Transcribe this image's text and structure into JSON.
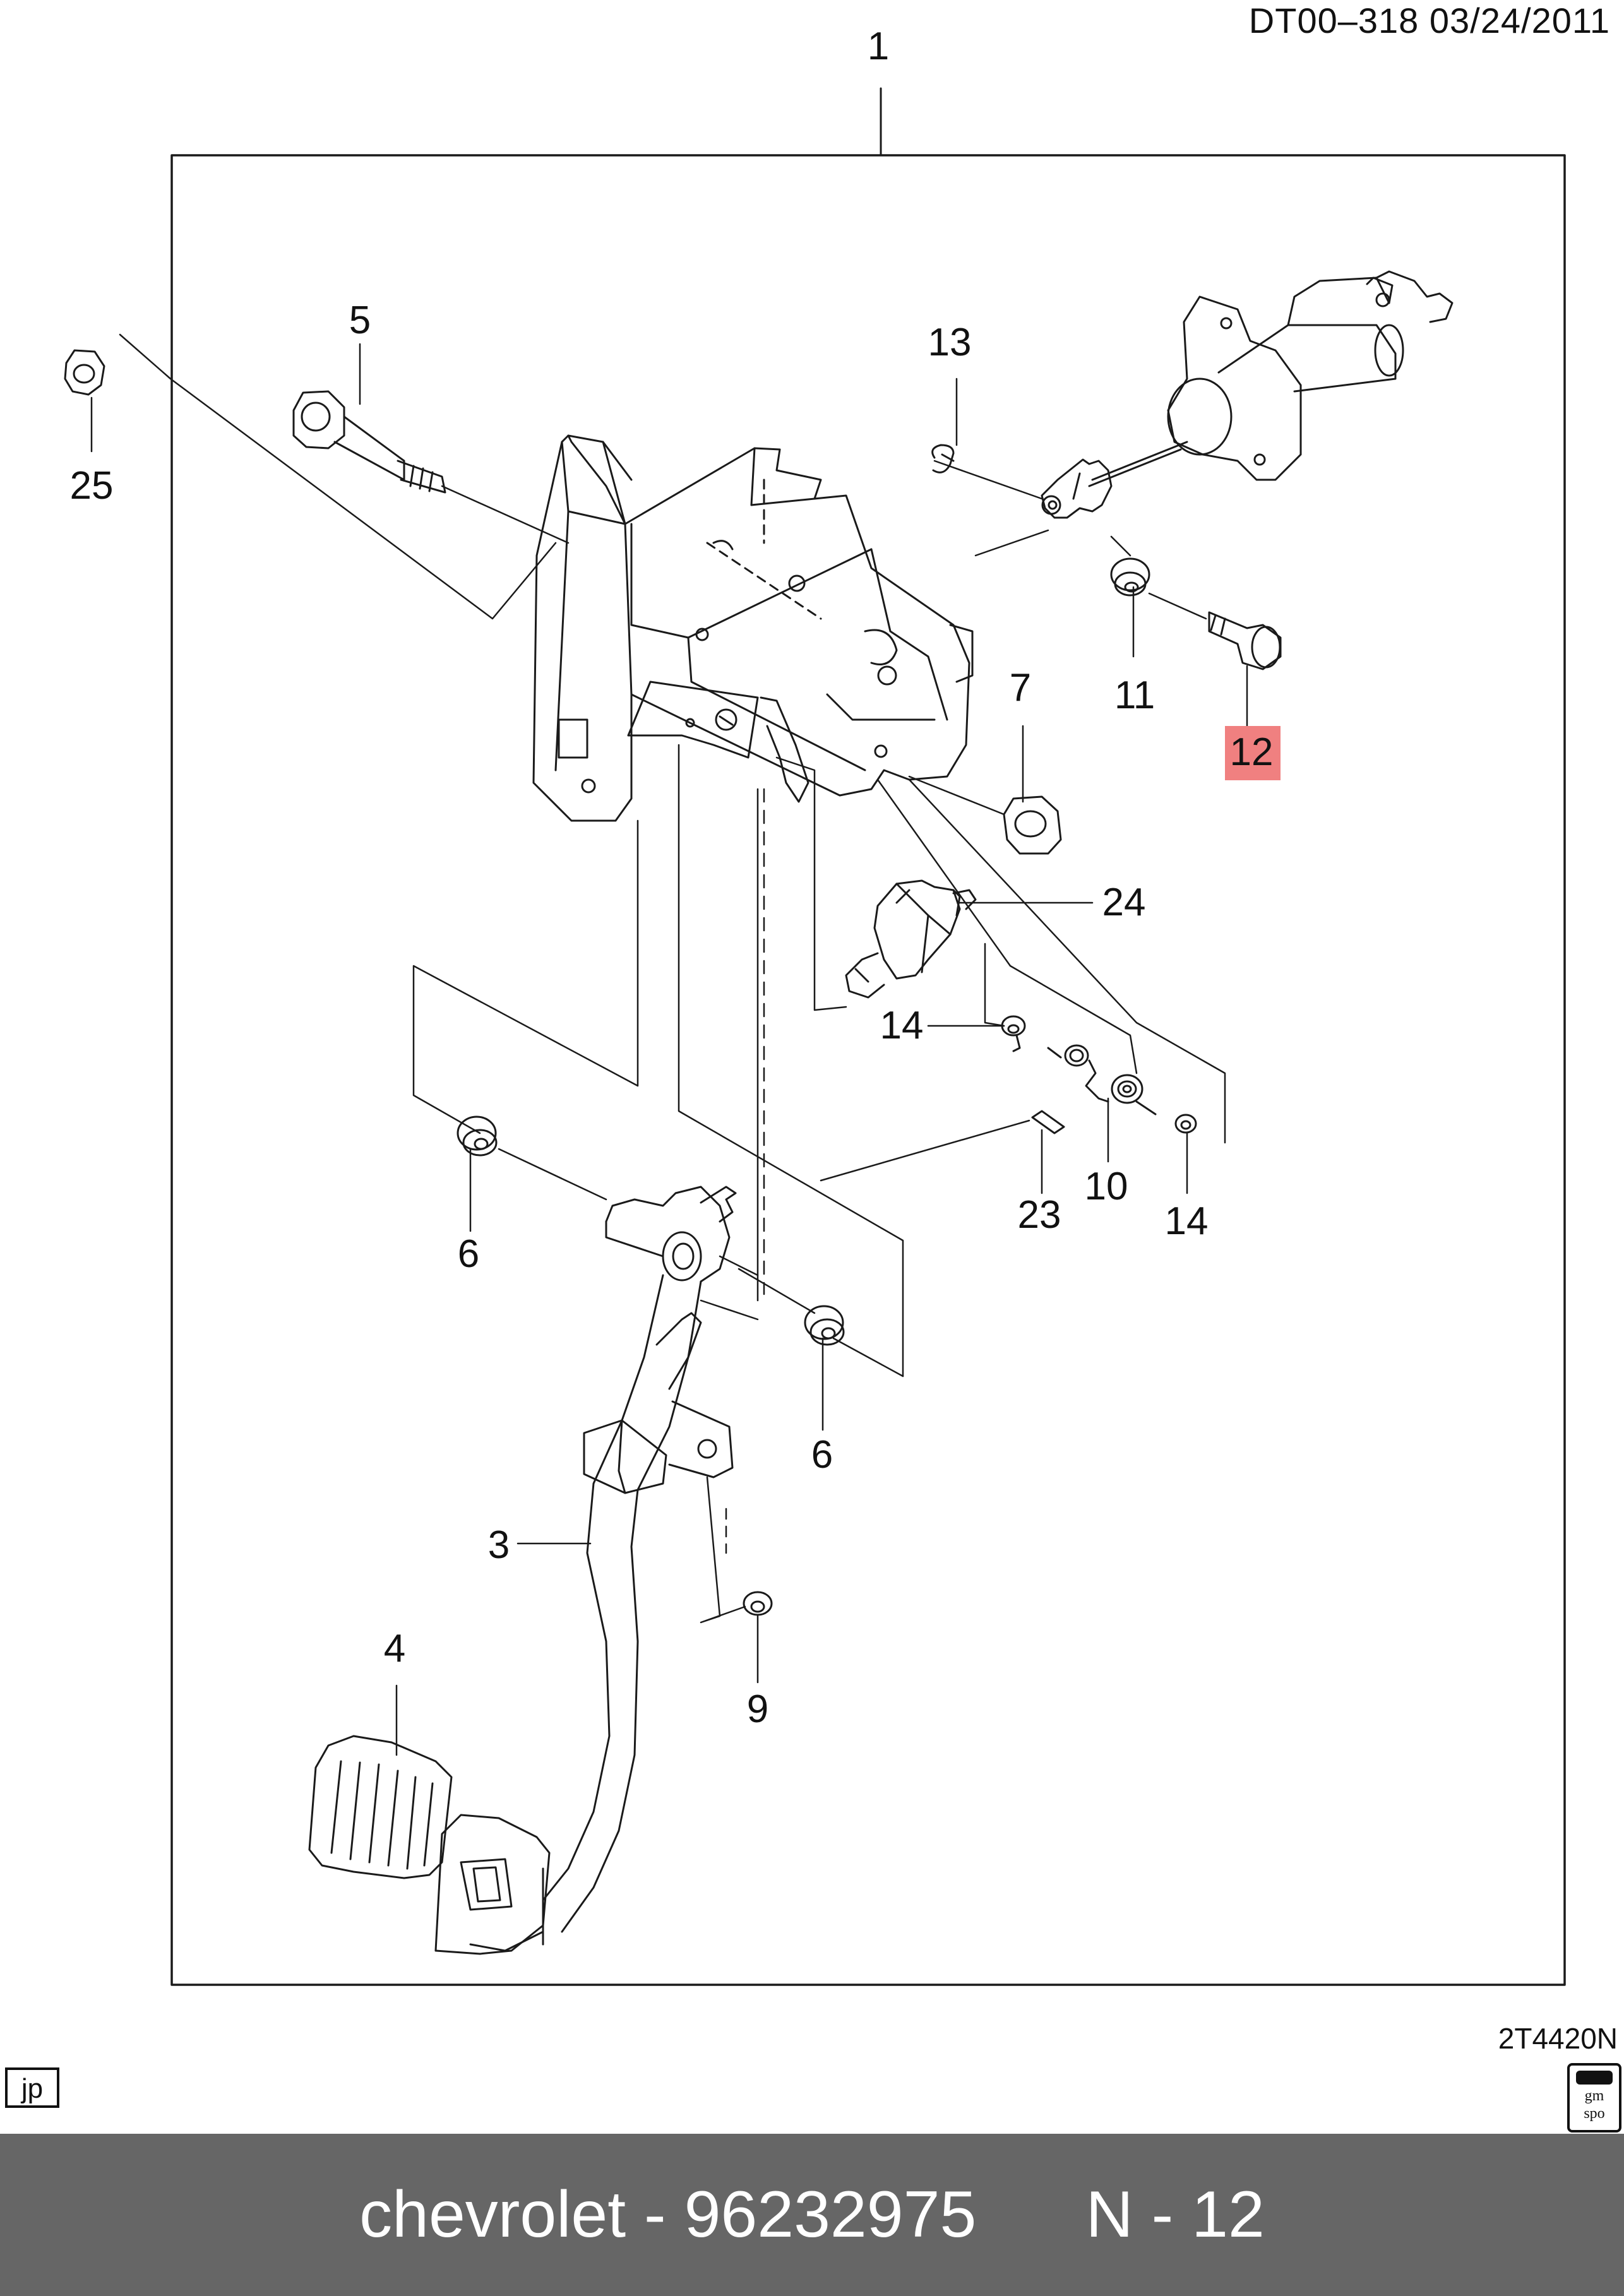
{
  "header": {
    "code": "DT00–318  03/24/2011"
  },
  "reference": {
    "code": "2T4420N"
  },
  "badges": {
    "left": "jp",
    "right_top": "gm",
    "right_bottom": "spo"
  },
  "highlight_color": "#f08080",
  "callouts": [
    {
      "id": "c1",
      "label": "1"
    },
    {
      "id": "c3",
      "label": "3"
    },
    {
      "id": "c4",
      "label": "4"
    },
    {
      "id": "c5",
      "label": "5"
    },
    {
      "id": "c6a",
      "label": "6"
    },
    {
      "id": "c6b",
      "label": "6"
    },
    {
      "id": "c7",
      "label": "7"
    },
    {
      "id": "c9",
      "label": "9"
    },
    {
      "id": "c10",
      "label": "10"
    },
    {
      "id": "c11",
      "label": "11"
    },
    {
      "id": "c12",
      "label": "12",
      "highlighted": true
    },
    {
      "id": "c13",
      "label": "13"
    },
    {
      "id": "c14a",
      "label": "14"
    },
    {
      "id": "c14b",
      "label": "14"
    },
    {
      "id": "c23",
      "label": "23"
    },
    {
      "id": "c24",
      "label": "24"
    },
    {
      "id": "c25",
      "label": "25"
    }
  ],
  "footer": {
    "brand": "chevrolet",
    "separator": "-",
    "part_number": "96232975",
    "page": "N - 12"
  }
}
